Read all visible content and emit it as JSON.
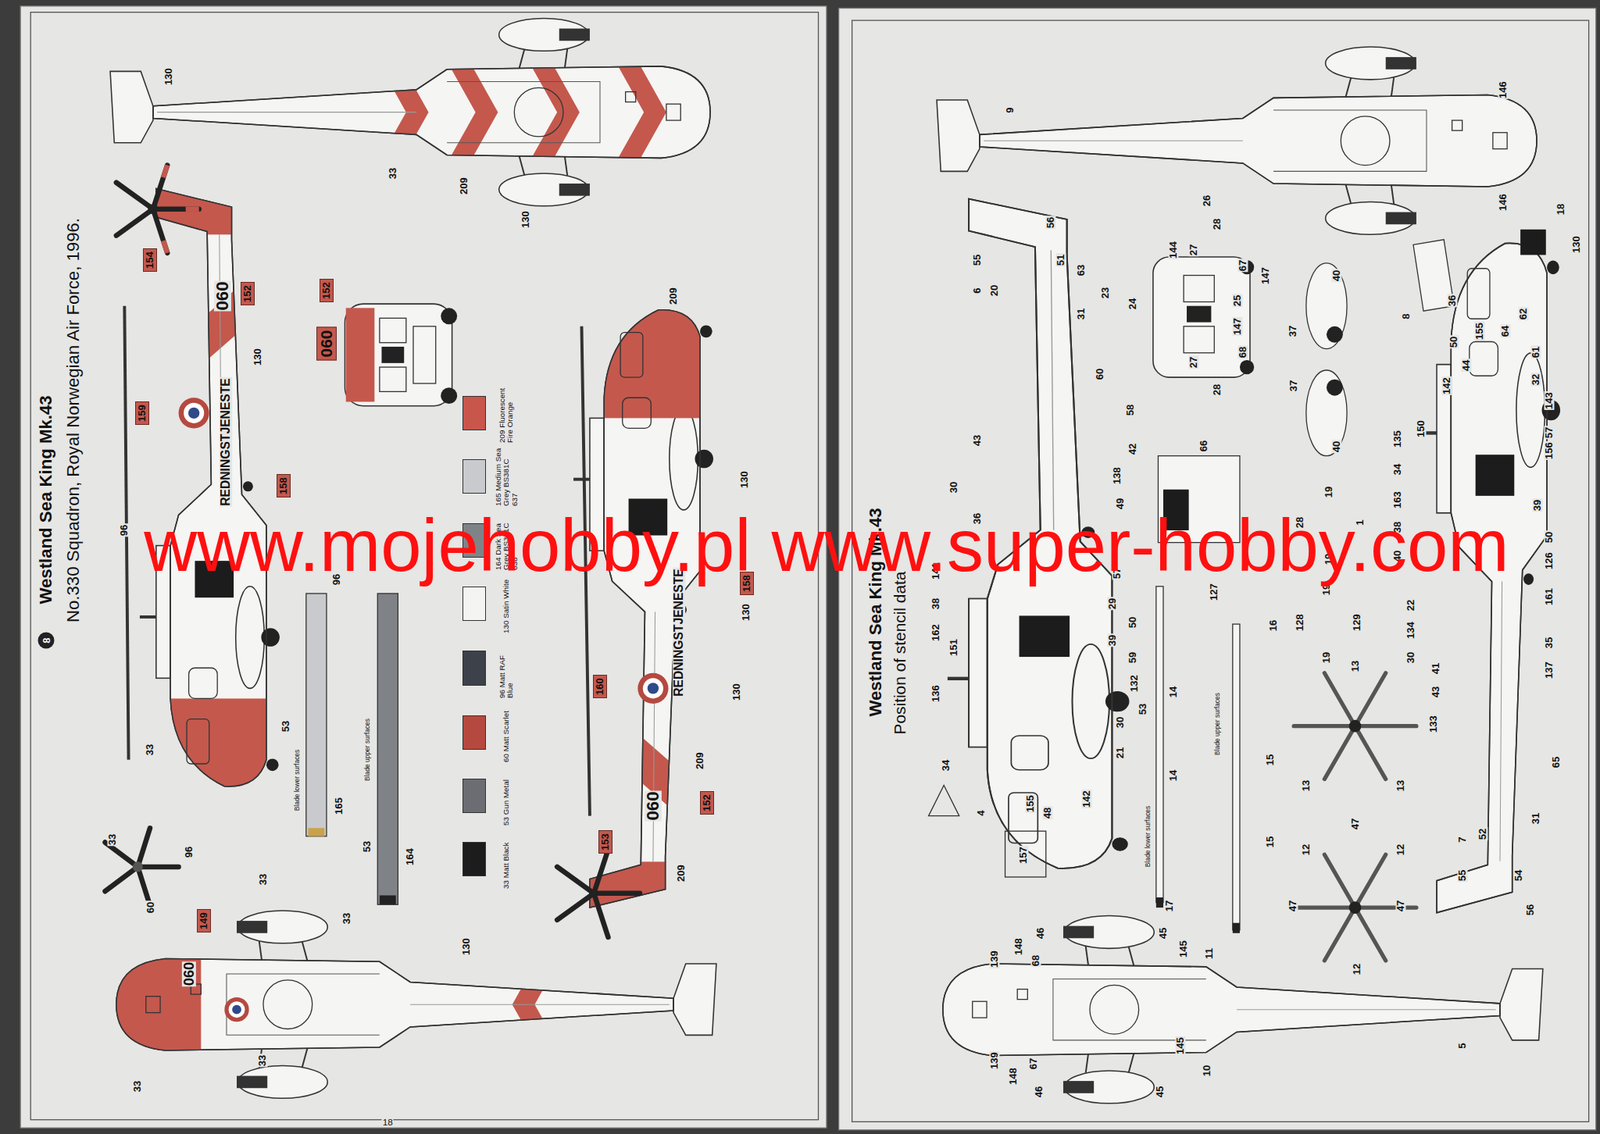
{
  "diagram": {
    "title": "Westland Sea King Mk.43",
    "nodes": [
      {
        "text": [
          "8"
        ]
      },
      {
        "text": [
          "154"
        ]
      },
      {
        "text": [
          "152"
        ]
      },
      {
        "text": [
          "152"
        ]
      },
      {
        "text": [
          "060"
        ]
      },
      {
        "text": [
          "159"
        ]
      },
      {
        "text": [
          "158"
        ]
      },
      {
        "text": [
          "158"
        ]
      },
      {
        "text": [
          "160"
        ]
      },
      {
        "text": [
          "152"
        ]
      },
      {
        "text": [
          "153"
        ]
      },
      {
        "text": [
          "149"
        ]
      }
    ],
    "labels": [
      "No.330 Squadron, Royal Norwegian Air Force, 1996.",
      "130",
      "33",
      "209",
      "130",
      "060",
      "130",
      "REDNINGSTJENESTE",
      "96",
      "33",
      "209",
      "130",
      "REDNINGSTJENESTE",
      "130",
      "130",
      "209",
      "060",
      "209",
      "96",
      "53",
      "Blade lower surfaces",
      "165",
      "Blade upper surfaces",
      "53",
      "164",
      "33",
      "96",
      "60",
      "33",
      "33",
      "130",
      "060",
      "33",
      "33",
      "18",
      "Position of stencil data",
      "9",
      "146",
      "146",
      "18",
      "130",
      "56",
      "55",
      "51",
      "6",
      "20",
      "63",
      "23",
      "31",
      "60",
      "58",
      "43",
      "42",
      "138",
      "30",
      "49",
      "36",
      "141",
      "57",
      "38",
      "29",
      "50",
      "162",
      "39",
      "151",
      "59",
      "132",
      "136",
      "53",
      "30",
      "21",
      "34",
      "142",
      "155",
      "4",
      "48",
      "157",
      "26",
      "28",
      "144",
      "27",
      "67",
      "147",
      "25",
      "24",
      "147",
      "68",
      "27",
      "28",
      "40",
      "37",
      "37",
      "40",
      "8",
      "36",
      "62",
      "155",
      "64",
      "50",
      "61",
      "44",
      "32",
      "142",
      "143",
      "150",
      "57",
      "135",
      "156",
      "34",
      "163",
      "39",
      "38",
      "50",
      "40",
      "126",
      "161",
      "22",
      "134",
      "35",
      "30",
      "41",
      "137",
      "43",
      "133",
      "65",
      "31",
      "52",
      "7",
      "55",
      "54",
      "56",
      "66",
      "19",
      "28",
      "1",
      "19",
      "127",
      "19",
      "128",
      "129",
      "16",
      "19",
      "13",
      "14",
      "Blade upper surfaces",
      "15",
      "14",
      "13",
      "13",
      "47",
      "Blade lower surfaces",
      "15",
      "12",
      "12",
      "17",
      "47",
      "47",
      "12",
      "46",
      "45",
      "148",
      "145",
      "11",
      "139",
      "68",
      "5",
      "145",
      "139",
      "67",
      "10",
      "148",
      "45",
      "46",
      "www.mojehobby.pl www.super-hobby.com",
      "Westland Sea King Mk.43"
    ],
    "legend": [
      {
        "text": "209 Fluorescent Fire Orange",
        "color": "#c9564b"
      },
      {
        "text": "165 Medium Sea Grey BS381C 637",
        "color": "#c9cacd"
      },
      {
        "text": "164 Dark Sea Grey BS381C 638",
        "color": "#7f8388"
      },
      {
        "text": "130 Satin White",
        "color": "#f4f4f2"
      },
      {
        "text": "96 Matt RAF Blue",
        "color": "#3d4149"
      },
      {
        "text": "60 Matt Scarlet",
        "color": "#b5493f"
      },
      {
        "text": "53 Gun Metal",
        "color": "#6b6d72"
      },
      {
        "text": "33 Matt Black",
        "color": "#1c1c1c"
      }
    ]
  }
}
